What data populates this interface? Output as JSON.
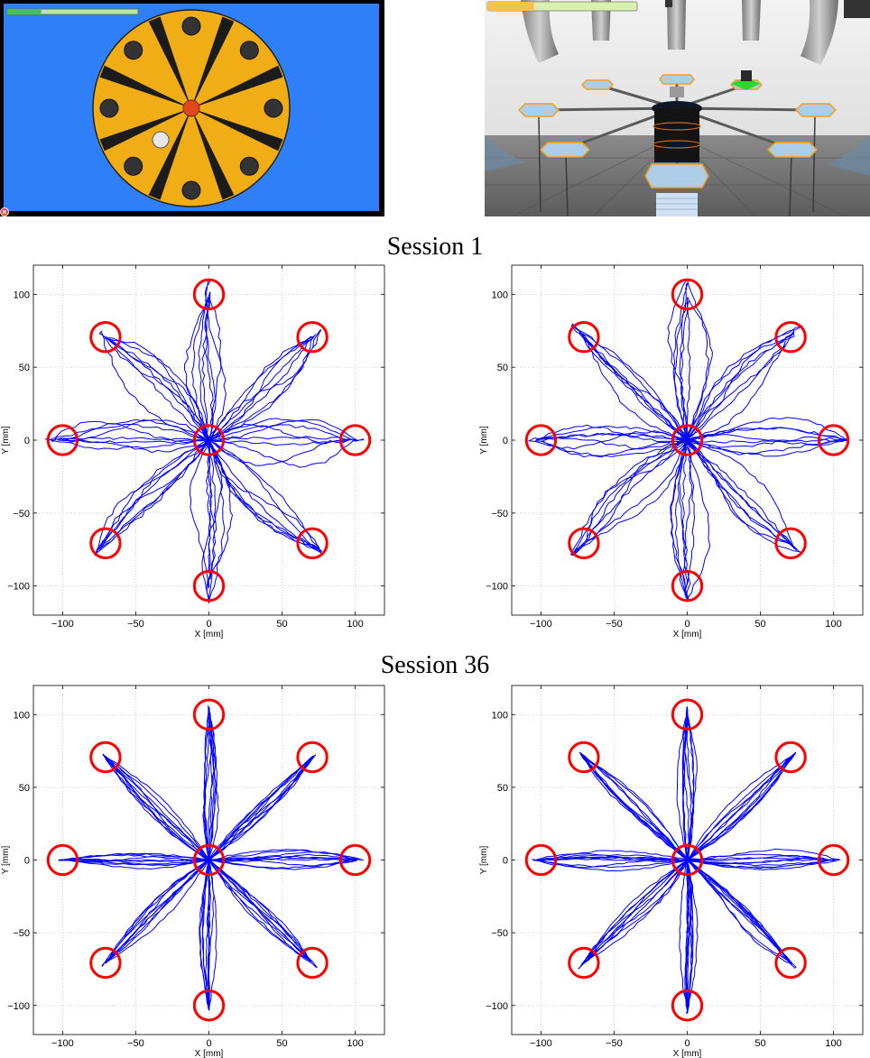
{
  "game_2d": {
    "progress_fraction": 0.26,
    "colors": {
      "background": "#2f7ff8",
      "wheel": "#f0ad16",
      "spokes": "#1b1b1b",
      "center": "#e2481c",
      "cursor": "#e8e8e8",
      "frame": "#000000"
    },
    "close_icon": "close-icon"
  },
  "game_3d": {
    "progress_fraction": 0.31,
    "colors": {
      "walls": "#e8e8e8",
      "platform": "#aecde8",
      "marker": "#2fd62f",
      "bar": "#f6c249"
    }
  },
  "sessions": [
    {
      "title": "Session 1"
    },
    {
      "title": "Session 36"
    }
  ],
  "chart_data": [
    {
      "type": "line",
      "session": "Session 1",
      "xlabel": "X [mm]",
      "ylabel": "Y [mm]",
      "xlim": [
        -120,
        120
      ],
      "ylim": [
        -120,
        120
      ],
      "xticks": [
        -100,
        -50,
        0,
        50,
        100
      ],
      "yticks": [
        -100,
        -50,
        0,
        50,
        100
      ],
      "grid": true,
      "targets": [
        [
          0,
          0
        ],
        [
          100,
          0
        ],
        [
          70.7,
          70.7
        ],
        [
          0,
          100
        ],
        [
          -70.7,
          70.7
        ],
        [
          -100,
          0
        ],
        [
          -70.7,
          -70.7
        ],
        [
          0,
          -100
        ],
        [
          70.7,
          -70.7
        ]
      ],
      "target_radius_mm": 10,
      "series_color": "#0000ff",
      "target_color": "#ff0000"
    },
    {
      "type": "line",
      "session": "Session 1",
      "xlabel": "X [mm]",
      "ylabel": "Y [mm]",
      "xlim": [
        -120,
        120
      ],
      "ylim": [
        -120,
        120
      ],
      "xticks": [
        -100,
        -50,
        0,
        50,
        100
      ],
      "yticks": [
        -100,
        -50,
        0,
        50,
        100
      ],
      "grid": true,
      "targets": [
        [
          0,
          0
        ],
        [
          100,
          0
        ],
        [
          70.7,
          70.7
        ],
        [
          0,
          100
        ],
        [
          -70.7,
          70.7
        ],
        [
          -100,
          0
        ],
        [
          -70.7,
          -70.7
        ],
        [
          0,
          -100
        ],
        [
          70.7,
          -70.7
        ]
      ],
      "target_radius_mm": 10,
      "series_color": "#0000ff",
      "target_color": "#ff0000"
    },
    {
      "type": "line",
      "session": "Session 36",
      "xlabel": "X [mm]",
      "ylabel": "Y [mm]",
      "xlim": [
        -120,
        120
      ],
      "ylim": [
        -120,
        120
      ],
      "xticks": [
        -100,
        -50,
        0,
        50,
        100
      ],
      "yticks": [
        -100,
        -50,
        0,
        50,
        100
      ],
      "grid": true,
      "targets": [
        [
          0,
          0
        ],
        [
          100,
          0
        ],
        [
          70.7,
          70.7
        ],
        [
          0,
          100
        ],
        [
          -70.7,
          70.7
        ],
        [
          -100,
          0
        ],
        [
          -70.7,
          -70.7
        ],
        [
          0,
          -100
        ],
        [
          70.7,
          -70.7
        ]
      ],
      "target_radius_mm": 10,
      "series_color": "#0000ff",
      "target_color": "#ff0000"
    },
    {
      "type": "line",
      "session": "Session 36",
      "xlabel": "X [mm]",
      "ylabel": "Y [mm]",
      "xlim": [
        -120,
        120
      ],
      "ylim": [
        -120,
        120
      ],
      "xticks": [
        -100,
        -50,
        0,
        50,
        100
      ],
      "yticks": [
        -100,
        -50,
        0,
        50,
        100
      ],
      "grid": true,
      "targets": [
        [
          0,
          0
        ],
        [
          100,
          0
        ],
        [
          70.7,
          70.7
        ],
        [
          0,
          100
        ],
        [
          -70.7,
          70.7
        ],
        [
          -100,
          0
        ],
        [
          -70.7,
          -70.7
        ],
        [
          0,
          -100
        ],
        [
          70.7,
          -70.7
        ]
      ],
      "target_radius_mm": 10,
      "series_color": "#0000ff",
      "target_color": "#ff0000"
    }
  ]
}
